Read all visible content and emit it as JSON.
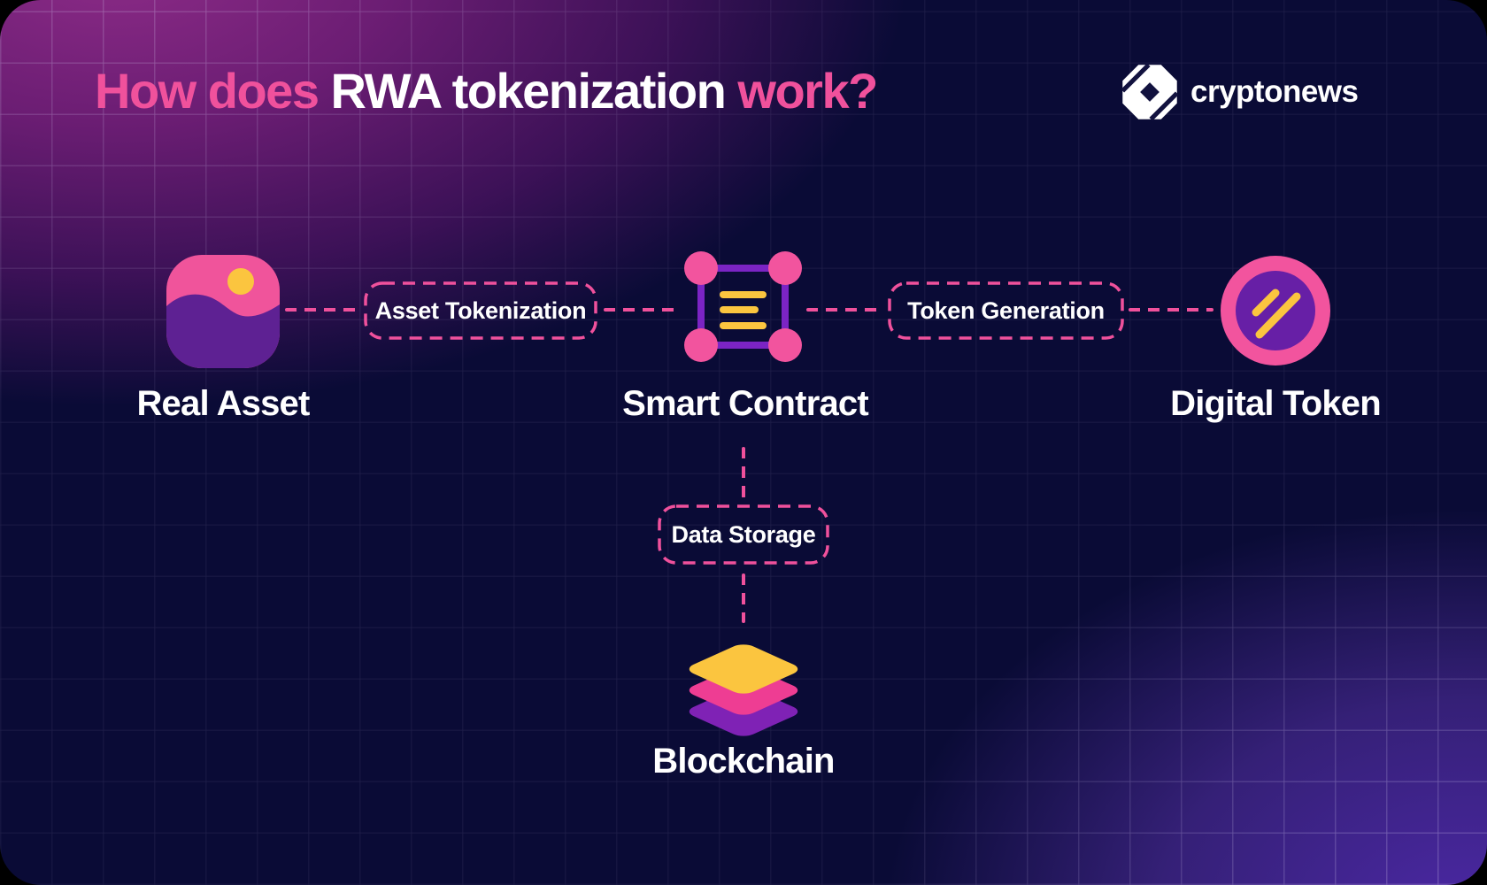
{
  "header": {
    "title": {
      "prefix": "How does ",
      "highlight": "RWA tokenization ",
      "suffix": "work?"
    },
    "logo": {
      "brand": "cryptonews"
    }
  },
  "diagram": {
    "nodes": {
      "real_asset": {
        "label": "Real Asset"
      },
      "smart_contract": {
        "label": "Smart Contract"
      },
      "digital_token": {
        "label": "Digital Token"
      },
      "blockchain": {
        "label": "Blockchain"
      }
    },
    "connectors": {
      "asset_tokenization": {
        "label": "Asset Tokenization"
      },
      "token_generation": {
        "label": "Token Generation"
      },
      "data_storage": {
        "label": "Data Storage"
      }
    }
  },
  "colors": {
    "pink": "#F0519C",
    "yellow": "#FBC53F",
    "purple_frame": "#7B24C4",
    "purple_fill": "#61209F",
    "background_navy": "#0A0B36",
    "glow_top_left": "#8C2B87",
    "glow_bottom_right": "#4B28A4",
    "text_white": "#FFFFFF"
  }
}
